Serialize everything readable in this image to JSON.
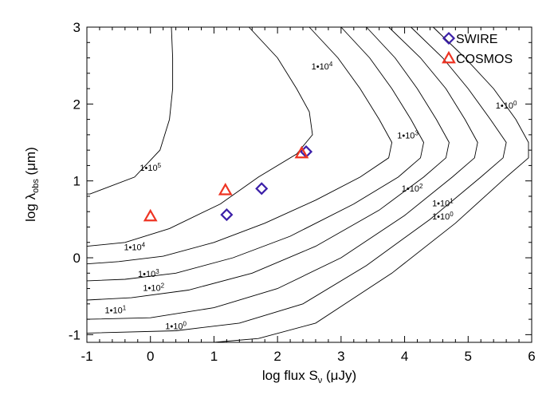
{
  "chart_data": {
    "type": "scatter",
    "xlabel": "log flux Sν (μJy)",
    "ylabel": "log λobs (μm)",
    "xlim": [
      -1,
      6
    ],
    "ylim": [
      -1.1,
      3
    ],
    "x_ticks": [
      -1,
      0,
      1,
      2,
      3,
      4,
      5,
      6
    ],
    "y_ticks": [
      -1,
      0,
      1,
      2,
      3
    ],
    "grid": false,
    "legend_position": "top-right",
    "series": [
      {
        "name": "SWIRE",
        "marker": "diamond",
        "color": "#3b1fa8",
        "points": [
          [
            1.2,
            0.56
          ],
          [
            1.75,
            0.9
          ],
          [
            2.45,
            1.38
          ]
        ]
      },
      {
        "name": "COSMOS",
        "marker": "triangle",
        "color": "#ee3322",
        "points": [
          [
            0.0,
            0.54
          ],
          [
            1.18,
            0.88
          ],
          [
            2.38,
            1.36
          ]
        ]
      }
    ],
    "contours": [
      {
        "label": "1•105",
        "points": [
          [
            0.33,
            3.0
          ],
          [
            0.35,
            2.6
          ],
          [
            0.35,
            2.2
          ],
          [
            0.3,
            1.8
          ],
          [
            0.15,
            1.4
          ],
          [
            -0.25,
            1.05
          ],
          [
            -0.95,
            0.83
          ],
          [
            -1.0,
            0.83
          ]
        ],
        "labels": [
          {
            "x": 0.0,
            "y": 1.13
          }
        ]
      },
      {
        "label": "1•104",
        "points": [
          [
            1.55,
            3.0
          ],
          [
            2.0,
            2.6
          ],
          [
            2.3,
            2.2
          ],
          [
            2.5,
            1.9
          ],
          [
            2.55,
            1.6
          ],
          [
            2.3,
            1.35
          ],
          [
            1.7,
            1.05
          ],
          [
            1.1,
            0.7
          ],
          [
            0.3,
            0.38
          ],
          [
            -0.4,
            0.2
          ],
          [
            -1.0,
            0.15
          ]
        ],
        "labels": [
          {
            "x": 2.7,
            "y": 2.45
          },
          {
            "x": -0.25,
            "y": 0.1
          }
        ]
      },
      {
        "label": "1•103",
        "points": [
          [
            2.5,
            3.0
          ],
          [
            2.95,
            2.6
          ],
          [
            3.3,
            2.2
          ],
          [
            3.6,
            1.8
          ],
          [
            3.8,
            1.5
          ],
          [
            3.75,
            1.3
          ],
          [
            3.3,
            1.05
          ],
          [
            2.6,
            0.75
          ],
          [
            1.8,
            0.45
          ],
          [
            1.0,
            0.2
          ],
          [
            0.2,
            0.02
          ],
          [
            -0.5,
            -0.05
          ],
          [
            -1.0,
            -0.08
          ]
        ],
        "labels": [
          {
            "x": 4.05,
            "y": 1.55
          },
          {
            "x": -0.03,
            "y": -0.25
          }
        ]
      },
      {
        "label": "1•102",
        "points": [
          [
            3.0,
            3.0
          ],
          [
            3.45,
            2.6
          ],
          [
            3.8,
            2.2
          ],
          [
            4.1,
            1.8
          ],
          [
            4.3,
            1.5
          ],
          [
            4.25,
            1.3
          ],
          [
            3.9,
            1.05
          ],
          [
            3.2,
            0.7
          ],
          [
            2.2,
            0.28
          ],
          [
            1.3,
            0.0
          ],
          [
            0.4,
            -0.2
          ],
          [
            -0.4,
            -0.28
          ],
          [
            -1.0,
            -0.3
          ]
        ],
        "labels": [
          {
            "x": 4.12,
            "y": 0.86
          },
          {
            "x": 0.05,
            "y": -0.43
          }
        ]
      },
      {
        "label": "1•101",
        "points": [
          [
            3.4,
            3.0
          ],
          [
            3.85,
            2.6
          ],
          [
            4.2,
            2.2
          ],
          [
            4.5,
            1.8
          ],
          [
            4.7,
            1.5
          ],
          [
            4.65,
            1.3
          ],
          [
            4.3,
            1.05
          ],
          [
            3.6,
            0.62
          ],
          [
            2.6,
            0.15
          ],
          [
            1.6,
            -0.2
          ],
          [
            0.6,
            -0.42
          ],
          [
            -0.3,
            -0.52
          ],
          [
            -1.0,
            -0.55
          ]
        ],
        "labels": [
          {
            "x": 4.6,
            "y": 0.67
          },
          {
            "x": -0.55,
            "y": -0.72
          }
        ]
      },
      {
        "label": "1•100",
        "points": [
          [
            3.75,
            3.0
          ],
          [
            4.25,
            2.6
          ],
          [
            4.65,
            2.2
          ],
          [
            4.95,
            1.8
          ],
          [
            5.15,
            1.5
          ],
          [
            5.1,
            1.3
          ],
          [
            4.75,
            1.05
          ],
          [
            4.0,
            0.55
          ],
          [
            3.0,
            0.0
          ],
          [
            2.0,
            -0.4
          ],
          [
            1.0,
            -0.65
          ],
          [
            0.0,
            -0.78
          ],
          [
            -1.0,
            -0.8
          ]
        ],
        "labels": [
          {
            "x": 5.6,
            "y": 1.94
          },
          {
            "x": 4.6,
            "y": 0.5
          },
          {
            "x": 0.4,
            "y": -0.93
          }
        ]
      },
      {
        "label": "",
        "points": [
          [
            4.1,
            3.0
          ],
          [
            4.6,
            2.6
          ],
          [
            5.0,
            2.2
          ],
          [
            5.35,
            1.8
          ],
          [
            5.6,
            1.5
          ],
          [
            5.55,
            1.3
          ],
          [
            5.2,
            1.05
          ],
          [
            4.4,
            0.5
          ],
          [
            3.4,
            -0.1
          ],
          [
            2.4,
            -0.6
          ],
          [
            1.4,
            -0.85
          ],
          [
            0.4,
            -0.95
          ],
          [
            -1.0,
            -0.98
          ]
        ],
        "labels": []
      },
      {
        "label": "",
        "points": [
          [
            4.45,
            3.0
          ],
          [
            4.95,
            2.6
          ],
          [
            5.4,
            2.2
          ],
          [
            5.75,
            1.8
          ],
          [
            5.95,
            1.5
          ],
          [
            5.95,
            1.3
          ],
          [
            5.6,
            1.05
          ],
          [
            4.8,
            0.45
          ],
          [
            3.8,
            -0.2
          ],
          [
            2.6,
            -0.85
          ],
          [
            1.7,
            -1.05
          ],
          [
            1.0,
            -1.1
          ]
        ],
        "labels": []
      }
    ]
  }
}
